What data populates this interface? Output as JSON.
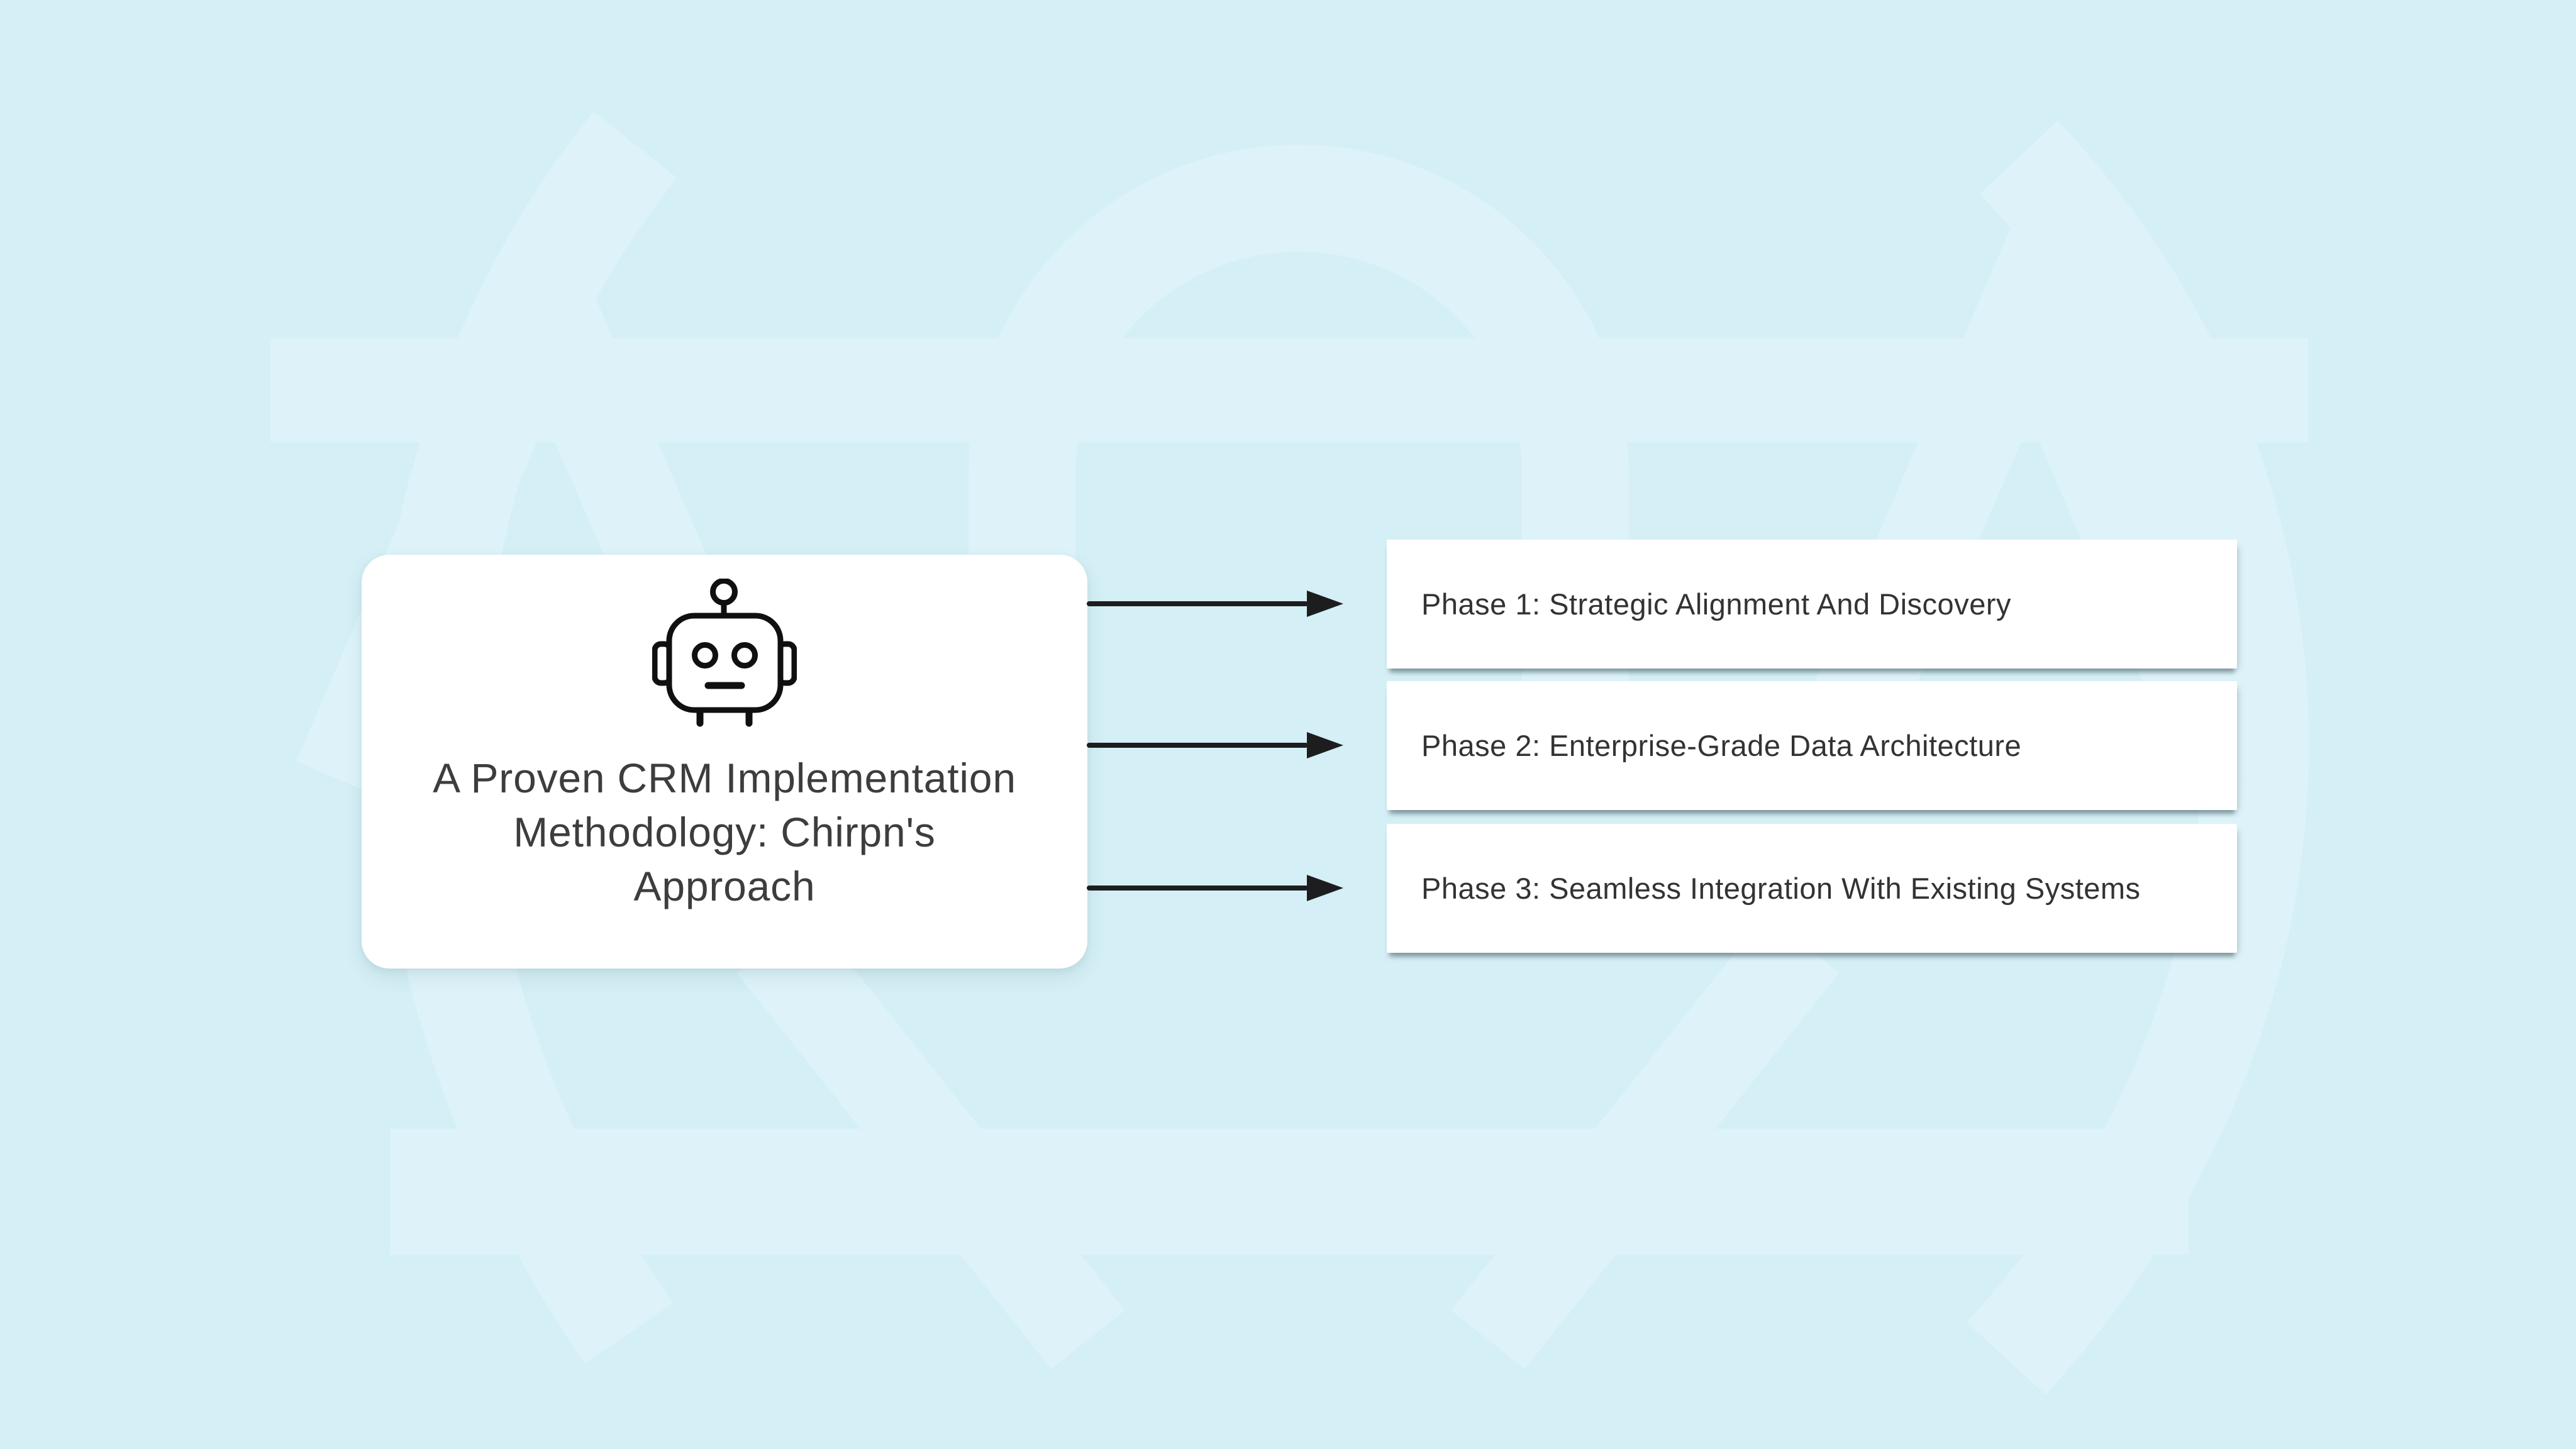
{
  "background": {
    "base_color": "#d4eff5",
    "watermark_color": "#ddf3f9",
    "watermark_shape": "faint-emblem-logo"
  },
  "card": {
    "icon": "robot-icon",
    "title": "A Proven CRM Implementation Methodology: Chirpn's Approach",
    "title_lines": [
      "A Proven CRM Implementation",
      "Methodology: Chirpn's",
      "Approach"
    ],
    "background_color": "#ffffff",
    "text_color": "#3d3d3d"
  },
  "connectors": {
    "count": 3,
    "style": "right-arrow",
    "color": "#1d1d1f"
  },
  "phases": [
    {
      "label": "Phase 1: Strategic Alignment And Discovery"
    },
    {
      "label": "Phase 2: Enterprise-Grade Data Architecture"
    },
    {
      "label": "Phase 3: Seamless Integration With Existing Systems"
    }
  ],
  "phase_box": {
    "background_color": "#ffffff",
    "text_color": "#333333"
  }
}
